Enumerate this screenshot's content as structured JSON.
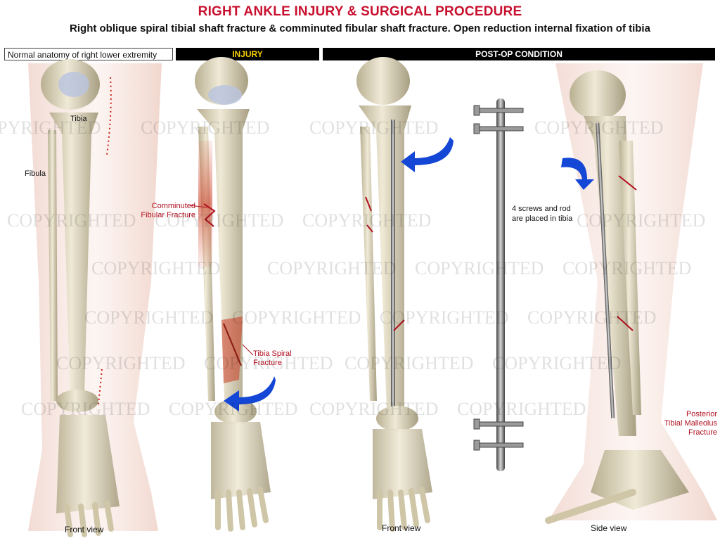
{
  "header": {
    "title": "RIGHT ANKLE INJURY & SURGICAL PROCEDURE",
    "subtitle": "Right oblique spiral tibial shaft fracture & comminuted fibular shaft fracture.  Open reduction internal fixation of tibia"
  },
  "sections": {
    "normal": "Normal anatomy of right lower extremity",
    "injury": "INJURY",
    "postop": "POST-OP CONDITION"
  },
  "labels": {
    "tibia": "Tibia",
    "fibula": "Fibula",
    "comminuted_fibular": "Comminuted\nFibular Fracture",
    "tibia_spiral": "Tibia Spiral\nFracture",
    "screws_rod": "4 screws and rod\nare placed in tibia",
    "posterior_malleolus": "Posterior\nTibial Malleolus\nFracture"
  },
  "views": {
    "front1": "Front view",
    "front2": "Front view",
    "side": "Side view"
  },
  "watermark": {
    "text": "COPYRIGHTED"
  },
  "colors": {
    "title_red": "#c8102e",
    "injury_yellow": "#f5d000",
    "bone": "#e6dfc9",
    "fracture_red": "#c23020",
    "arrow_blue": "#1447d6"
  }
}
